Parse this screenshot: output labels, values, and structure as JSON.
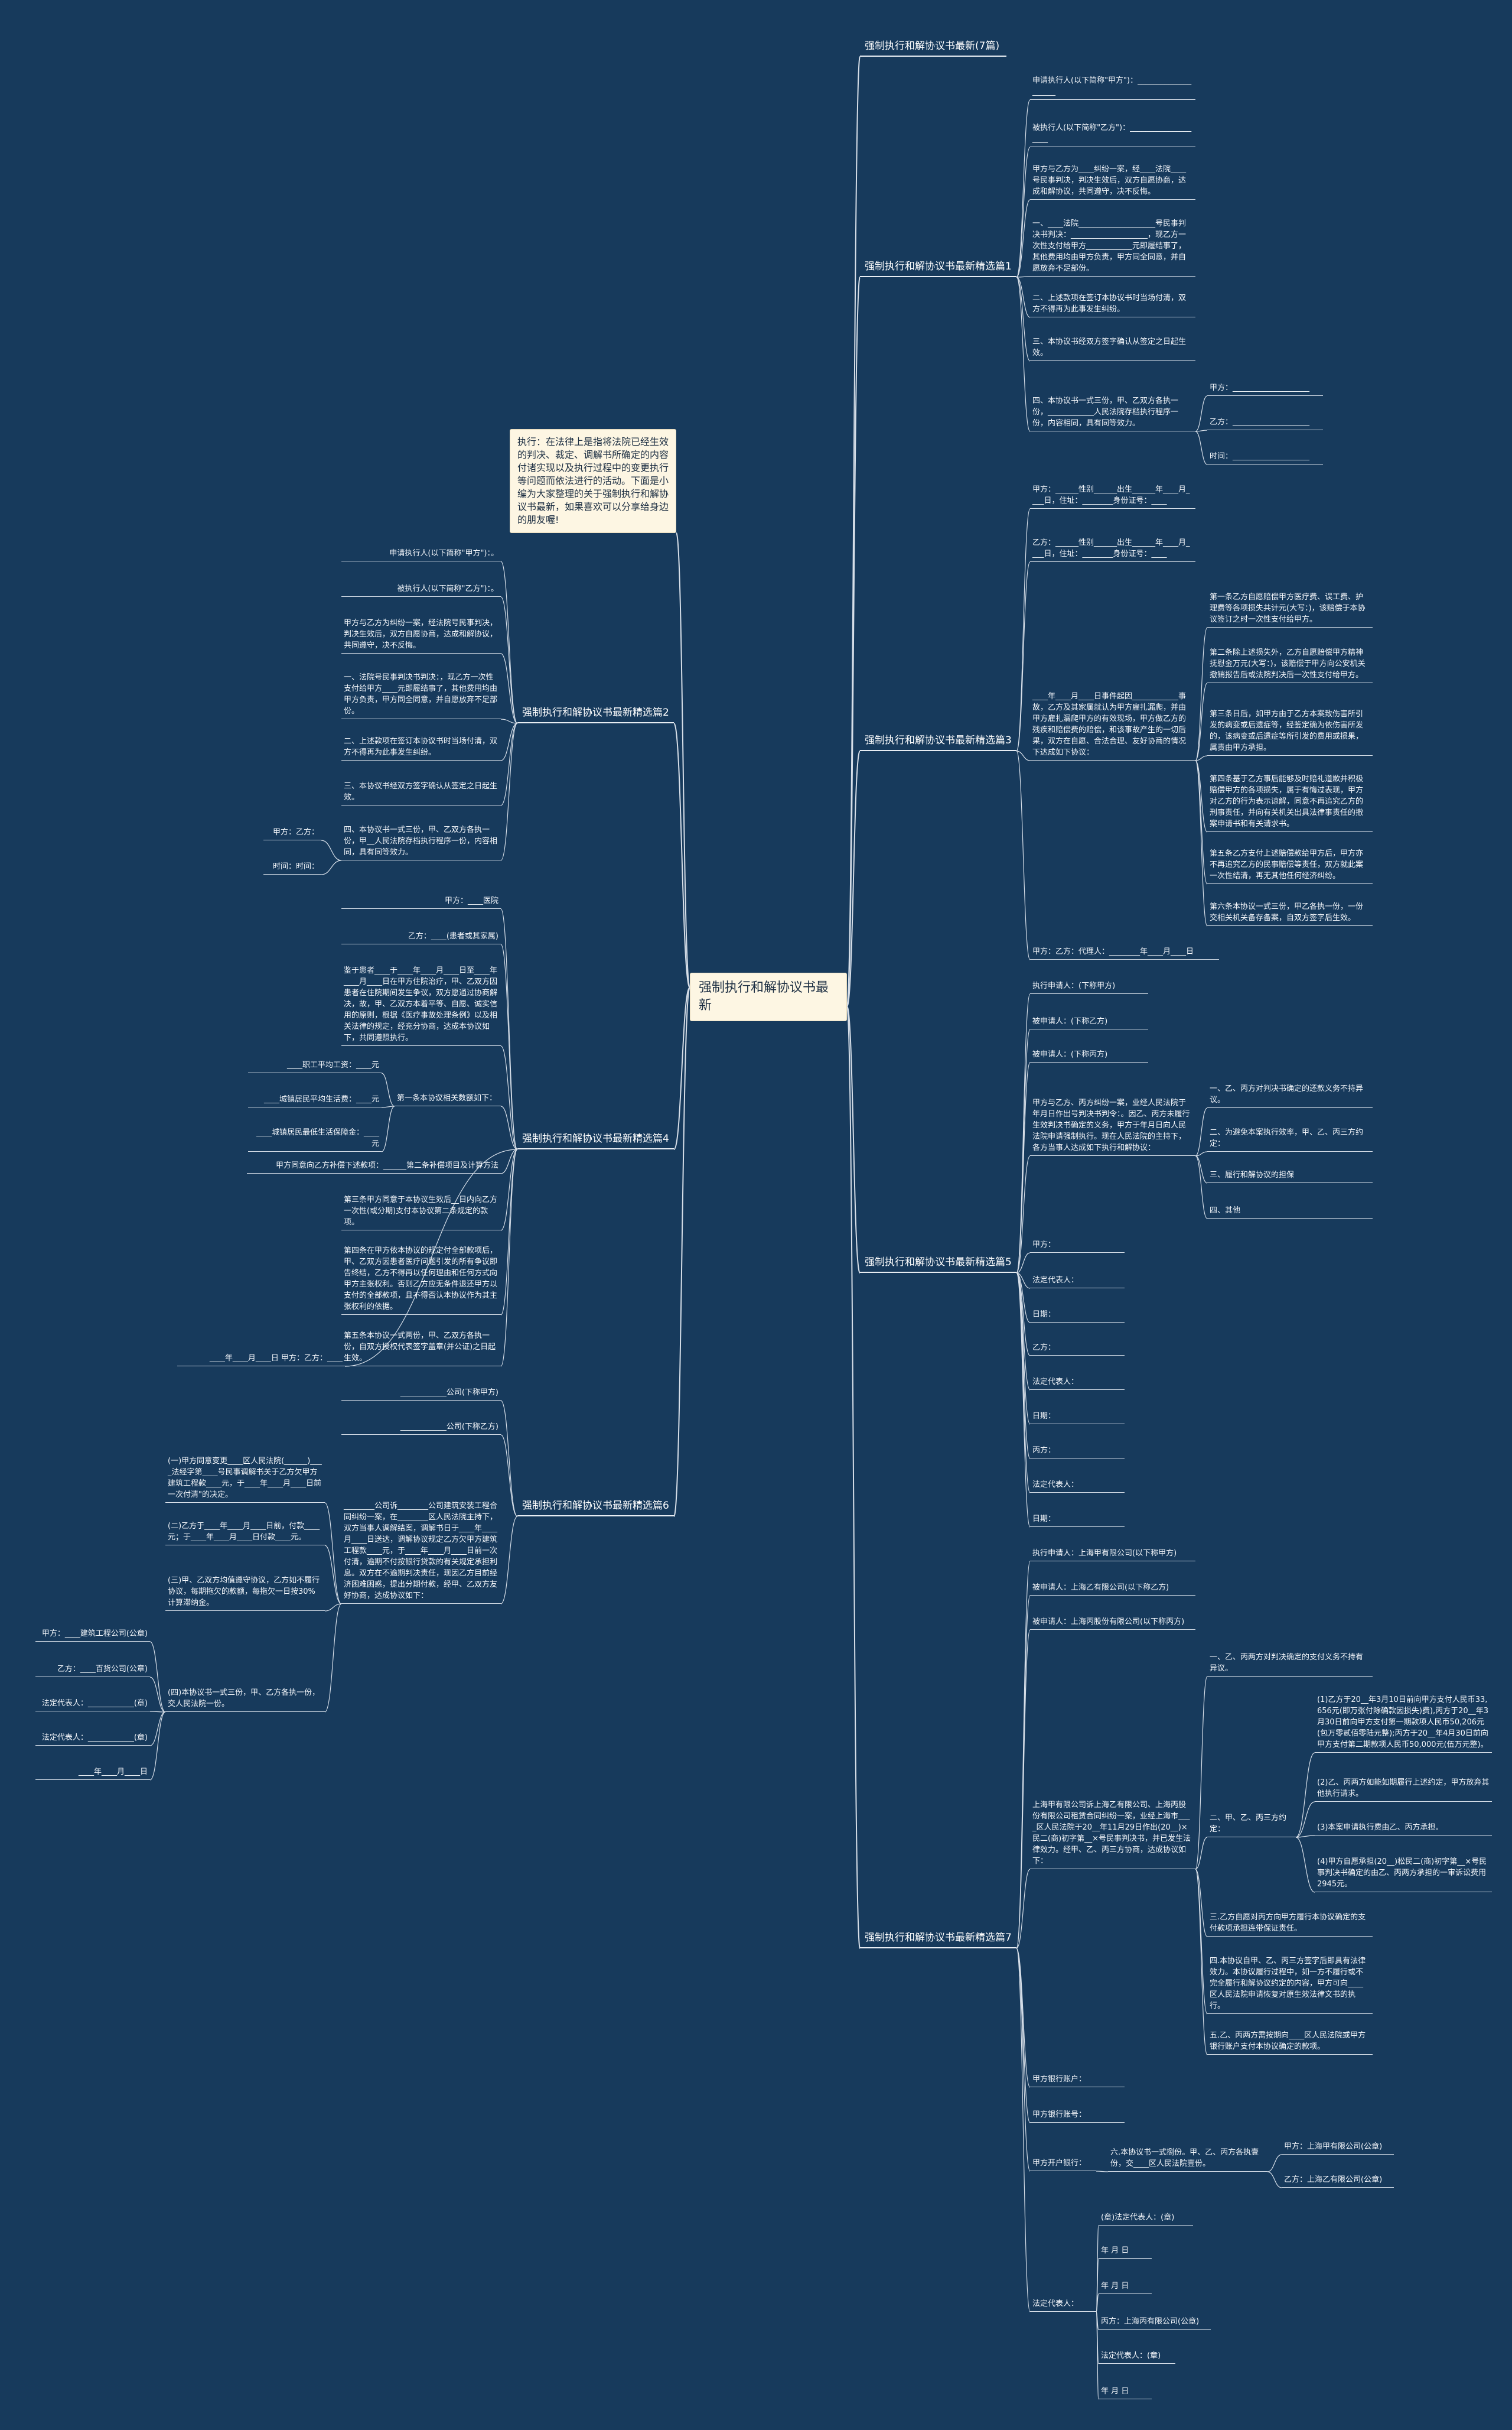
{
  "root": "强制执行和解协议书最新",
  "intro": "执行：在法律上是指将法院已经生效的判决、裁定、调解书所确定的内容付诸实现以及执行过程中的变更执行等问题而依法进行的活动。下面是小编为大家整理的关于强制执行和解协议书最新，如果喜欢可以分享给身边的朋友喔!",
  "branches": {
    "b0": "强制执行和解协议书最新(7篇)",
    "b1": "强制执行和解协议书最新精选篇1",
    "b2": "强制执行和解协议书最新精选篇2",
    "b3": "强制执行和解协议书最新精选篇3",
    "b4": "强制执行和解协议书最新精选篇4",
    "b5": "强制执行和解协议书最新精选篇5",
    "b6": "强制执行和解协议书最新精选篇6",
    "b7": "强制执行和解协议书最新精选篇7"
  },
  "p1": {
    "items": [
      "申请执行人(以下简称\"甲方\")：____________________",
      "被执行人(以下简称\"乙方\")：____________________",
      "甲方与乙方为____纠纷一案，经____法院____号民事判决，判决生效后，双方自愿协商，达成和解协议，共同遵守，决不反悔。",
      "一、____法院____________________号民事判决书判决：____________________，现乙方一次性支付给甲方____________元即履结事了，其他费用均由甲方负责，甲方同全同意，并自愿放弃不足部份。",
      "二、上述款项在签订本协议书时当场付清，双方不得再为此事发生纠纷。",
      "三、本协议书经双方签字确认从签定之日起生效。",
      "四、本协议书一式三份，甲、乙双方各执一份，____________人民法院存档执行程序一份，内容相同，具有同等效力。"
    ],
    "sig": [
      "甲方：____________________",
      "乙方：____________________",
      "时间：____________________"
    ]
  },
  "p2": {
    "items": [
      "申请执行人(以下简称\"甲方\")：。",
      "被执行人(以下简称\"乙方\")：。",
      "甲方与乙方为纠纷一案，经法院号民事判决，判决生效后，双方自愿协商，达成和解协议，共同遵守，决不反悔。",
      "一、法院号民事判决书判决：，现乙方一次性支付给甲方____元即履结事了，其他费用均由甲方负责，甲方同全同意，并自愿放弃不足部份。",
      "二、上述款项在签订本协议书时当场付清，双方不得再为此事发生纠纷。",
      "三、本协议书经双方签字确认从签定之日起生效。",
      "四、本协议书一式三份，甲、乙双方各执一份，甲__人民法院存档执行程序一份，内容相同，具有同等效力。"
    ],
    "sig": [
      "甲方：乙方：",
      "时间：时间："
    ]
  },
  "p3": {
    "items": [
      "甲方：______性别______出生______年____月____日，住址：________身份证号：____",
      "乙方：______性别______出生______年____月____日，住址：________身份证号：____",
      "____年____月____日事件起因____________事故，乙方及其家属就认为甲方雇扎漏爬，并由甲方雇扎漏爬甲方的有效现场，甲方做乙方的残疾和赔偿费的赔偿，和该事故产生的一切后果，双方在自愿、合法合理、友好协商的情况下达成如下协议：",
      "甲方：乙方：代理人：________年____月____日"
    ],
    "sub": [
      "第一条乙方自愿赔偿甲方医疗费、误工费、护理费等各项损失共计元(大写：)，该赔偿于本协议签订之时一次性支付给甲方。",
      "第二条除上述损失外，乙方自愿赔偿甲方精神抚慰金万元(大写：)，该赔偿于甲方向公安机关撤销报告后或法院判决后一次性支付给甲方。",
      "第三条日后，如甲方由于乙方本案致伤害所引发的病变或后遗症等，经鉴定确为依伤害所发的，该病变或后遗症等所引发的费用或损果，属责由甲方承担。",
      "第四条基于乙方事后能够及时赔礼道歉并积极赔偿甲方的各项损失，属于有悔过表现，甲方对乙方的行为表示谅解，同意不再追究乙方的刑事责任，并向有关机关出具法律事责任的撤案申请书和有关请求书。",
      "第五条乙方支付上述赔偿款给甲方后，甲方亦不再追究乙方的民事赔偿等责任，双方就此案一次性结清，再无其他任何经济纠纷。",
      "第六条本协议一式三份，甲乙各执一份，一份交相关机关备存备案，自双方签字后生效。"
    ]
  },
  "p4": {
    "items": [
      "甲方：____医院",
      "乙方：____(患者或其家属)",
      "鉴于患者____于____年____月____日至____年____月____日在甲方住院治疗，甲、乙双方因患者在住院期间发生争议，双方愿通过协商解决，故，甲、乙双方本着平等、自愿、诚实信用的原则，根据《医疗事故处理条例》以及相关法律的规定，经充分协商，达成本协议如下，共同遵照执行。",
      "第一条本协议相关数额如下：",
      "甲方同意向乙方补偿下述款项：______第二条补偿项目及计算方法",
      "第三条甲方同意于本协议生效后__日内向乙方一次性(或分期)支付本协议第二条规定的款项。",
      "第四条在甲方依本协议的规定付全部款项后，甲、乙双方因患者医疗问题引发的所有争议即告终结，乙方不得再以任何理由和任何方式向甲方主张权利。否则乙方应无条件退还甲方以支付的全部款项，且不得否认本协议作为其主张权利的依据。",
      "第五条本协议一式两份，甲、乙双方各执一份，自双方授权代表签字盖章(并公证)之日起生效。"
    ],
    "sub": [
      "____职工平均工资：____元",
      "____城镇居民平均生活费：____元",
      "____城镇居民最低生活保障金：____元"
    ],
    "sig": "____年____月____日 甲方：乙方：____"
  },
  "p6": {
    "items": [
      "____________公司(下称甲方)",
      "____________公司(下称乙方)",
      "________公司诉________公司建筑安装工程合同纠纷一案，在________区人民法院主持下，双方当事人调解结案，调解书日于____年____月____日送达，调解协议规定乙方欠甲方建筑工程款____元，于____年____月____日前一次付清，逾期不付按银行贷款的有关规定承担利息。双方在不逾期判决责任，现因乙方目前经济困难困惑，提出分期付款，经甲、乙双方友好协商，达成协议如下："
    ],
    "sub": [
      "(一)甲方同意变更____区人民法院(______)____法经字第____号民事调解书关于乙方欠甲方建筑工程款____元，于____年____月____日前一次付清\"的决定。",
      "(二)乙方于____年____月____日前，付款____元；于____年____月____日付款____元。",
      "(三)甲、乙双方均值遵守协议，乙方如不履行协议，每期拖欠的款额，每拖欠一日按30%计算滞纳金。",
      "(四)本协议书一式三份，甲、乙方各执一份，交人民法院一份。"
    ],
    "sig": [
      "甲方：____建筑工程公司(公章)",
      "乙方：____百货公司(公章)",
      "法定代表人：____________(章)",
      "法定代表人：____________(章)",
      "____年____月____日"
    ]
  },
  "p5": {
    "items": [
      "执行申请人：(下称甲方)",
      "被申请人：(下称乙方)",
      "被申请人：(下称丙方)",
      "甲方与乙方、丙方纠纷一案，业经人民法院于年月日作出号判决书判令：。因乙、丙方未履行生效判决书确定的义务，甲方于年月日向人民法院申请强制执行。现在人民法院的主持下，各方当事人达成如下执行和解协议：",
      "甲方：",
      "法定代表人：",
      "日期：",
      "乙方：",
      "法定代表人：",
      "日期：",
      "丙方：",
      "法定代表人：",
      "日期："
    ],
    "sub": [
      "一、乙、丙方对判决书确定的还款义务不持异议。",
      "二、为避免本案执行效率，甲、乙、丙三方约定：",
      "三、履行和解协议的担保",
      "四、其他"
    ]
  },
  "p7": {
    "items": [
      "执行申请人：上海甲有限公司(以下称甲方)",
      "被申请人：上海乙有限公司(以下称乙方)",
      "被申请人：上海丙股份有限公司(以下称丙方)",
      "上海甲有限公司诉上海乙有限公司、上海丙股份有限公司租赁合同纠纷一案，业经上海市____区人民法院于20__年11月29日作出(20__)×民二(商)初字第__×号民事判决书，并已发生法律效力。经甲、乙、丙三方协商，达成协议如下：",
      "甲方银行账户：",
      "甲方银行账号：",
      "甲方开户银行：",
      "法定代表人："
    ],
    "sub": [
      "一、乙、丙两方对判决确定的支付义务不持有异议。",
      "二、甲、乙、丙三方约定：",
      "三.乙方自愿对丙方向甲方履行本协议确定的支付款项承担连带保证责任。",
      "四.本协议自甲、乙、丙三方签字后即具有法律效力。本协议履行过程中，如一方不履行或不完全履行和解协议约定的内容，甲方可向____区人民法院申请恢复对原生效法律文书的执行。",
      "五.乙、丙两方需按期向____区人民法院或甲方银行账户支付本协议确定的款项。"
    ],
    "sub2": [
      "(1)乙方于20__年3月10日前向甲方支付人民币33,656元(即万张付除确款因损失)费),丙方于20__年3月30日前向甲方支付第一期款项人民币50,206元(包万零贰佰零陆元整);丙方于20__年4月30日前向甲方支付第二期款项人民币50,000元(伍万元整)。",
      "(2)乙、丙两方如能如期履行上述约定，甲方放弃其他执行请求。",
      "(3)本案申请执行费由乙、丙方承担。",
      "(4)甲方自愿承担(20__)松民二(商)初字第__×号民事判决书确定的由乙、丙两方承担的一审诉讼费用2945元。"
    ],
    "bank": "六.本协议书一式捌份。甲、乙、丙方各执壹份，交____区人民法院壹份。",
    "bank_sig": [
      "甲方：上海甲有限公司(公章)",
      "乙方：上海乙有限公司(公章)"
    ],
    "legal": [
      "(章)法定代表人：(章)",
      "年 月 日",
      "年 月 日",
      "丙方：上海丙有限公司(公章)",
      "法定代表人：(章)",
      "年 月 日"
    ]
  }
}
